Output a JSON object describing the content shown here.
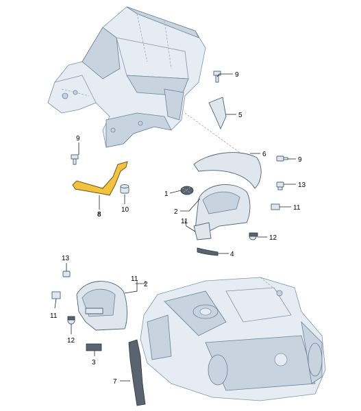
{
  "callouts": {
    "c9a": "9",
    "c5": "5",
    "c9b": "9",
    "c10": "10",
    "c8": "8",
    "c6": "6",
    "c9c": "9",
    "c1": "1",
    "c13a": "13",
    "c2a": "2",
    "c11a": "11",
    "c11b": "11",
    "c12a": "12",
    "c4": "4",
    "c13b": "13",
    "c11c": "11",
    "c2b": "2",
    "c11d": "11",
    "c12b": "12",
    "c3": "3",
    "c7": "7"
  },
  "colors": {
    "highlight": "#f3c340",
    "part_fill": "#dfe6ee",
    "ghost_fill": "#e6ecf3"
  }
}
